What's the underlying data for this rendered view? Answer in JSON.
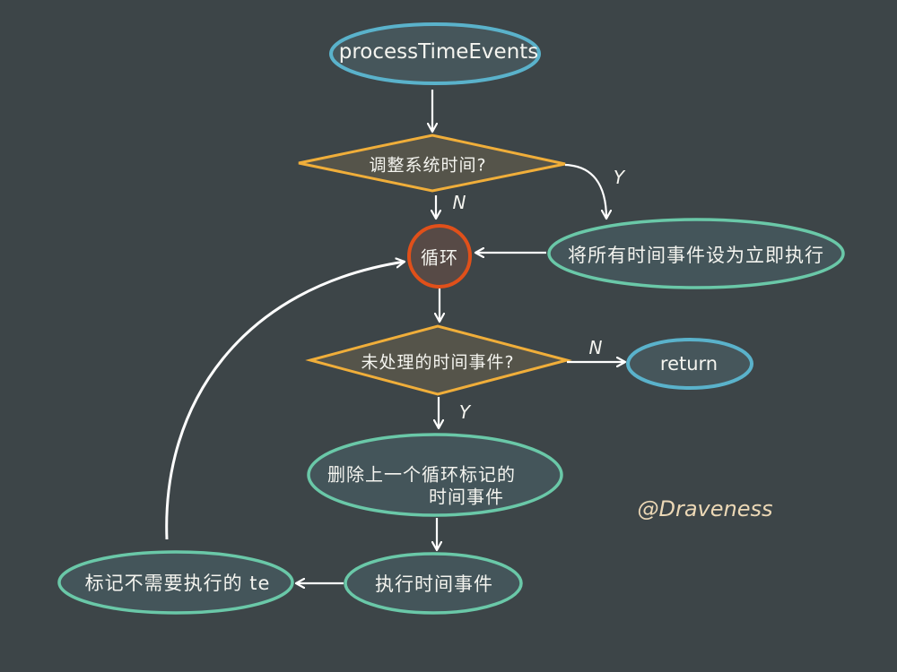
{
  "diagram": {
    "type": "flowchart",
    "background": "#3d4548",
    "colors": {
      "terminal_stroke": "#5ab2cb",
      "terminal_fill": "#46565b",
      "decision_stroke": "#f0ae3a",
      "decision_fill": "#55544a",
      "process_stroke": "#6ac8a8",
      "process_fill": "#44555a",
      "loop_stroke": "#e0501a",
      "loop_fill": "#574a46",
      "arrow": "#ffffff",
      "text": "#f4f4ef",
      "watermark": "#ecd8b6"
    },
    "nodes": {
      "start": {
        "shape": "terminal",
        "label": "processTimeEvents"
      },
      "adjust_time": {
        "shape": "decision",
        "label": "调整系统时间?"
      },
      "loop": {
        "shape": "circle",
        "label": "循环"
      },
      "set_all_immediate": {
        "shape": "process",
        "label": "将所有时间事件设为立即执行"
      },
      "unprocessed": {
        "shape": "decision",
        "label": "未处理的时间事件?"
      },
      "return": {
        "shape": "terminal",
        "label": "return"
      },
      "delete_marked": {
        "shape": "process",
        "label_line1": "删除上一个循环标记的",
        "label_line2": "时间事件"
      },
      "execute": {
        "shape": "process",
        "label": "执行时间事件"
      },
      "mark_te": {
        "shape": "process",
        "label": "标记不需要执行的 te"
      }
    },
    "edges": [
      {
        "from": "start",
        "to": "adjust_time",
        "label": ""
      },
      {
        "from": "adjust_time",
        "to": "loop",
        "label": "N"
      },
      {
        "from": "adjust_time",
        "to": "set_all_immediate",
        "label": "Y"
      },
      {
        "from": "set_all_immediate",
        "to": "loop",
        "label": ""
      },
      {
        "from": "loop",
        "to": "unprocessed",
        "label": ""
      },
      {
        "from": "unprocessed",
        "to": "return",
        "label": "N"
      },
      {
        "from": "unprocessed",
        "to": "delete_marked",
        "label": "Y"
      },
      {
        "from": "delete_marked",
        "to": "execute",
        "label": ""
      },
      {
        "from": "execute",
        "to": "mark_te",
        "label": ""
      },
      {
        "from": "mark_te",
        "to": "loop",
        "label": ""
      }
    ],
    "edge_labels": {
      "adjust_no": "N",
      "adjust_yes": "Y",
      "unprocessed_no": "N",
      "unprocessed_yes": "Y"
    },
    "watermark": "@Draveness"
  }
}
